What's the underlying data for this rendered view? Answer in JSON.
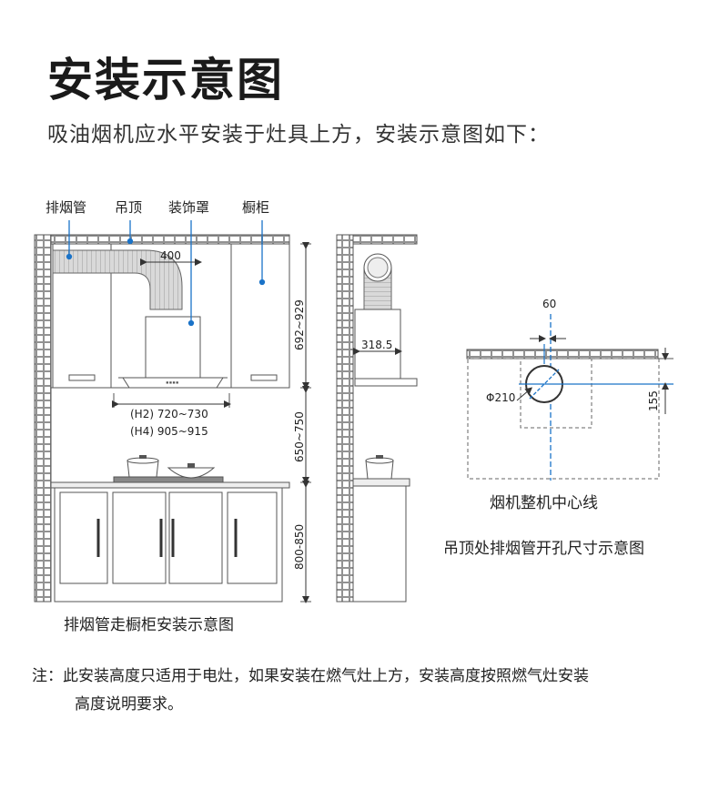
{
  "title": "安装示意图",
  "subtitle": "吸油烟机应水平安装于灶具上方，安装示意图如下：",
  "labels": {
    "exhaust_pipe": "排烟管",
    "ceiling": "吊顶",
    "decor_cover": "装饰罩",
    "cabinet": "橱柜"
  },
  "dims": {
    "d400": "400",
    "d692": "692~929",
    "d650": "650~750",
    "d800": "800-850",
    "h2": "(H2) 720~730",
    "h4": "(H4) 905~915",
    "d318": "318.5",
    "d60": "60",
    "phi": "Φ210",
    "d155": "155"
  },
  "captions": {
    "left": "排烟管走橱柜安装示意图",
    "center_line": "烟机整机中心线",
    "right": "吊顶处排烟管开孔尺寸示意图"
  },
  "note": {
    "line1": "注：此安装高度只适用于电灶，如果安装在燃气灶上方，安装高度按照燃气灶安装",
    "line2": "高度说明要求。"
  },
  "colors": {
    "line": "#555555",
    "accent": "#1a73c8",
    "wall_fill": "#ffffff",
    "pipe_fill": "#d6d6d6"
  }
}
